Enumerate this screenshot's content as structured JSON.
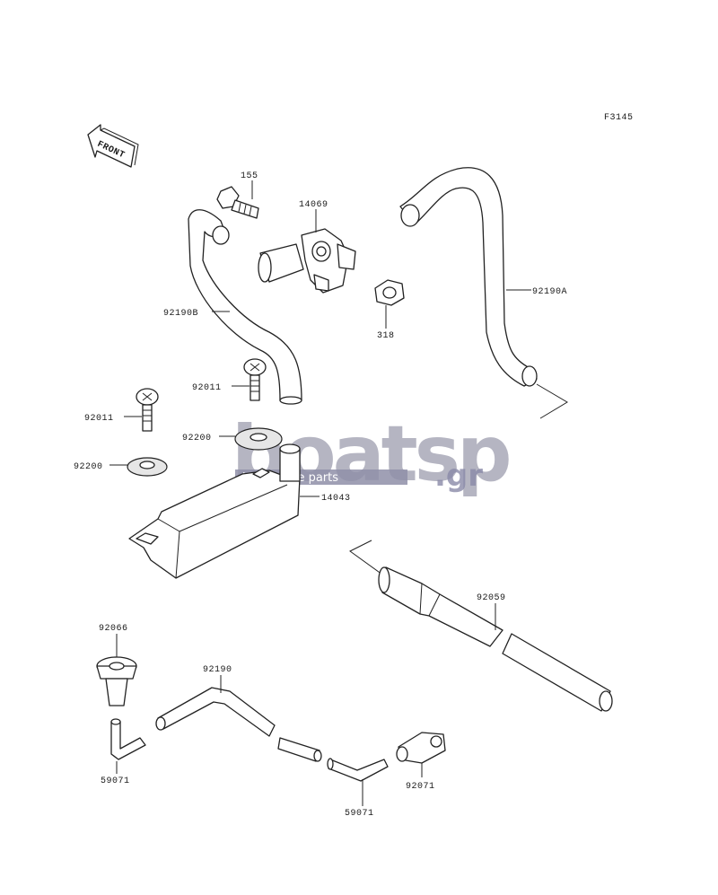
{
  "figure_code": "F3145",
  "front_label": "FRONT",
  "watermark": {
    "brand": "boatsp",
    "domain": ".gr",
    "tagline": "boat spare parts"
  },
  "part_labels": {
    "p155": "155",
    "p14069": "14069",
    "p92190A": "92190A",
    "p318": "318",
    "p92190B": "92190B",
    "p92011a": "92011",
    "p92011b": "92011",
    "p92200a": "92200",
    "p92200b": "92200",
    "p14043": "14043",
    "p92059": "92059",
    "p92066": "92066",
    "p92190": "92190",
    "p59071a": "59071",
    "p59071b": "59071",
    "p92071": "92071"
  }
}
